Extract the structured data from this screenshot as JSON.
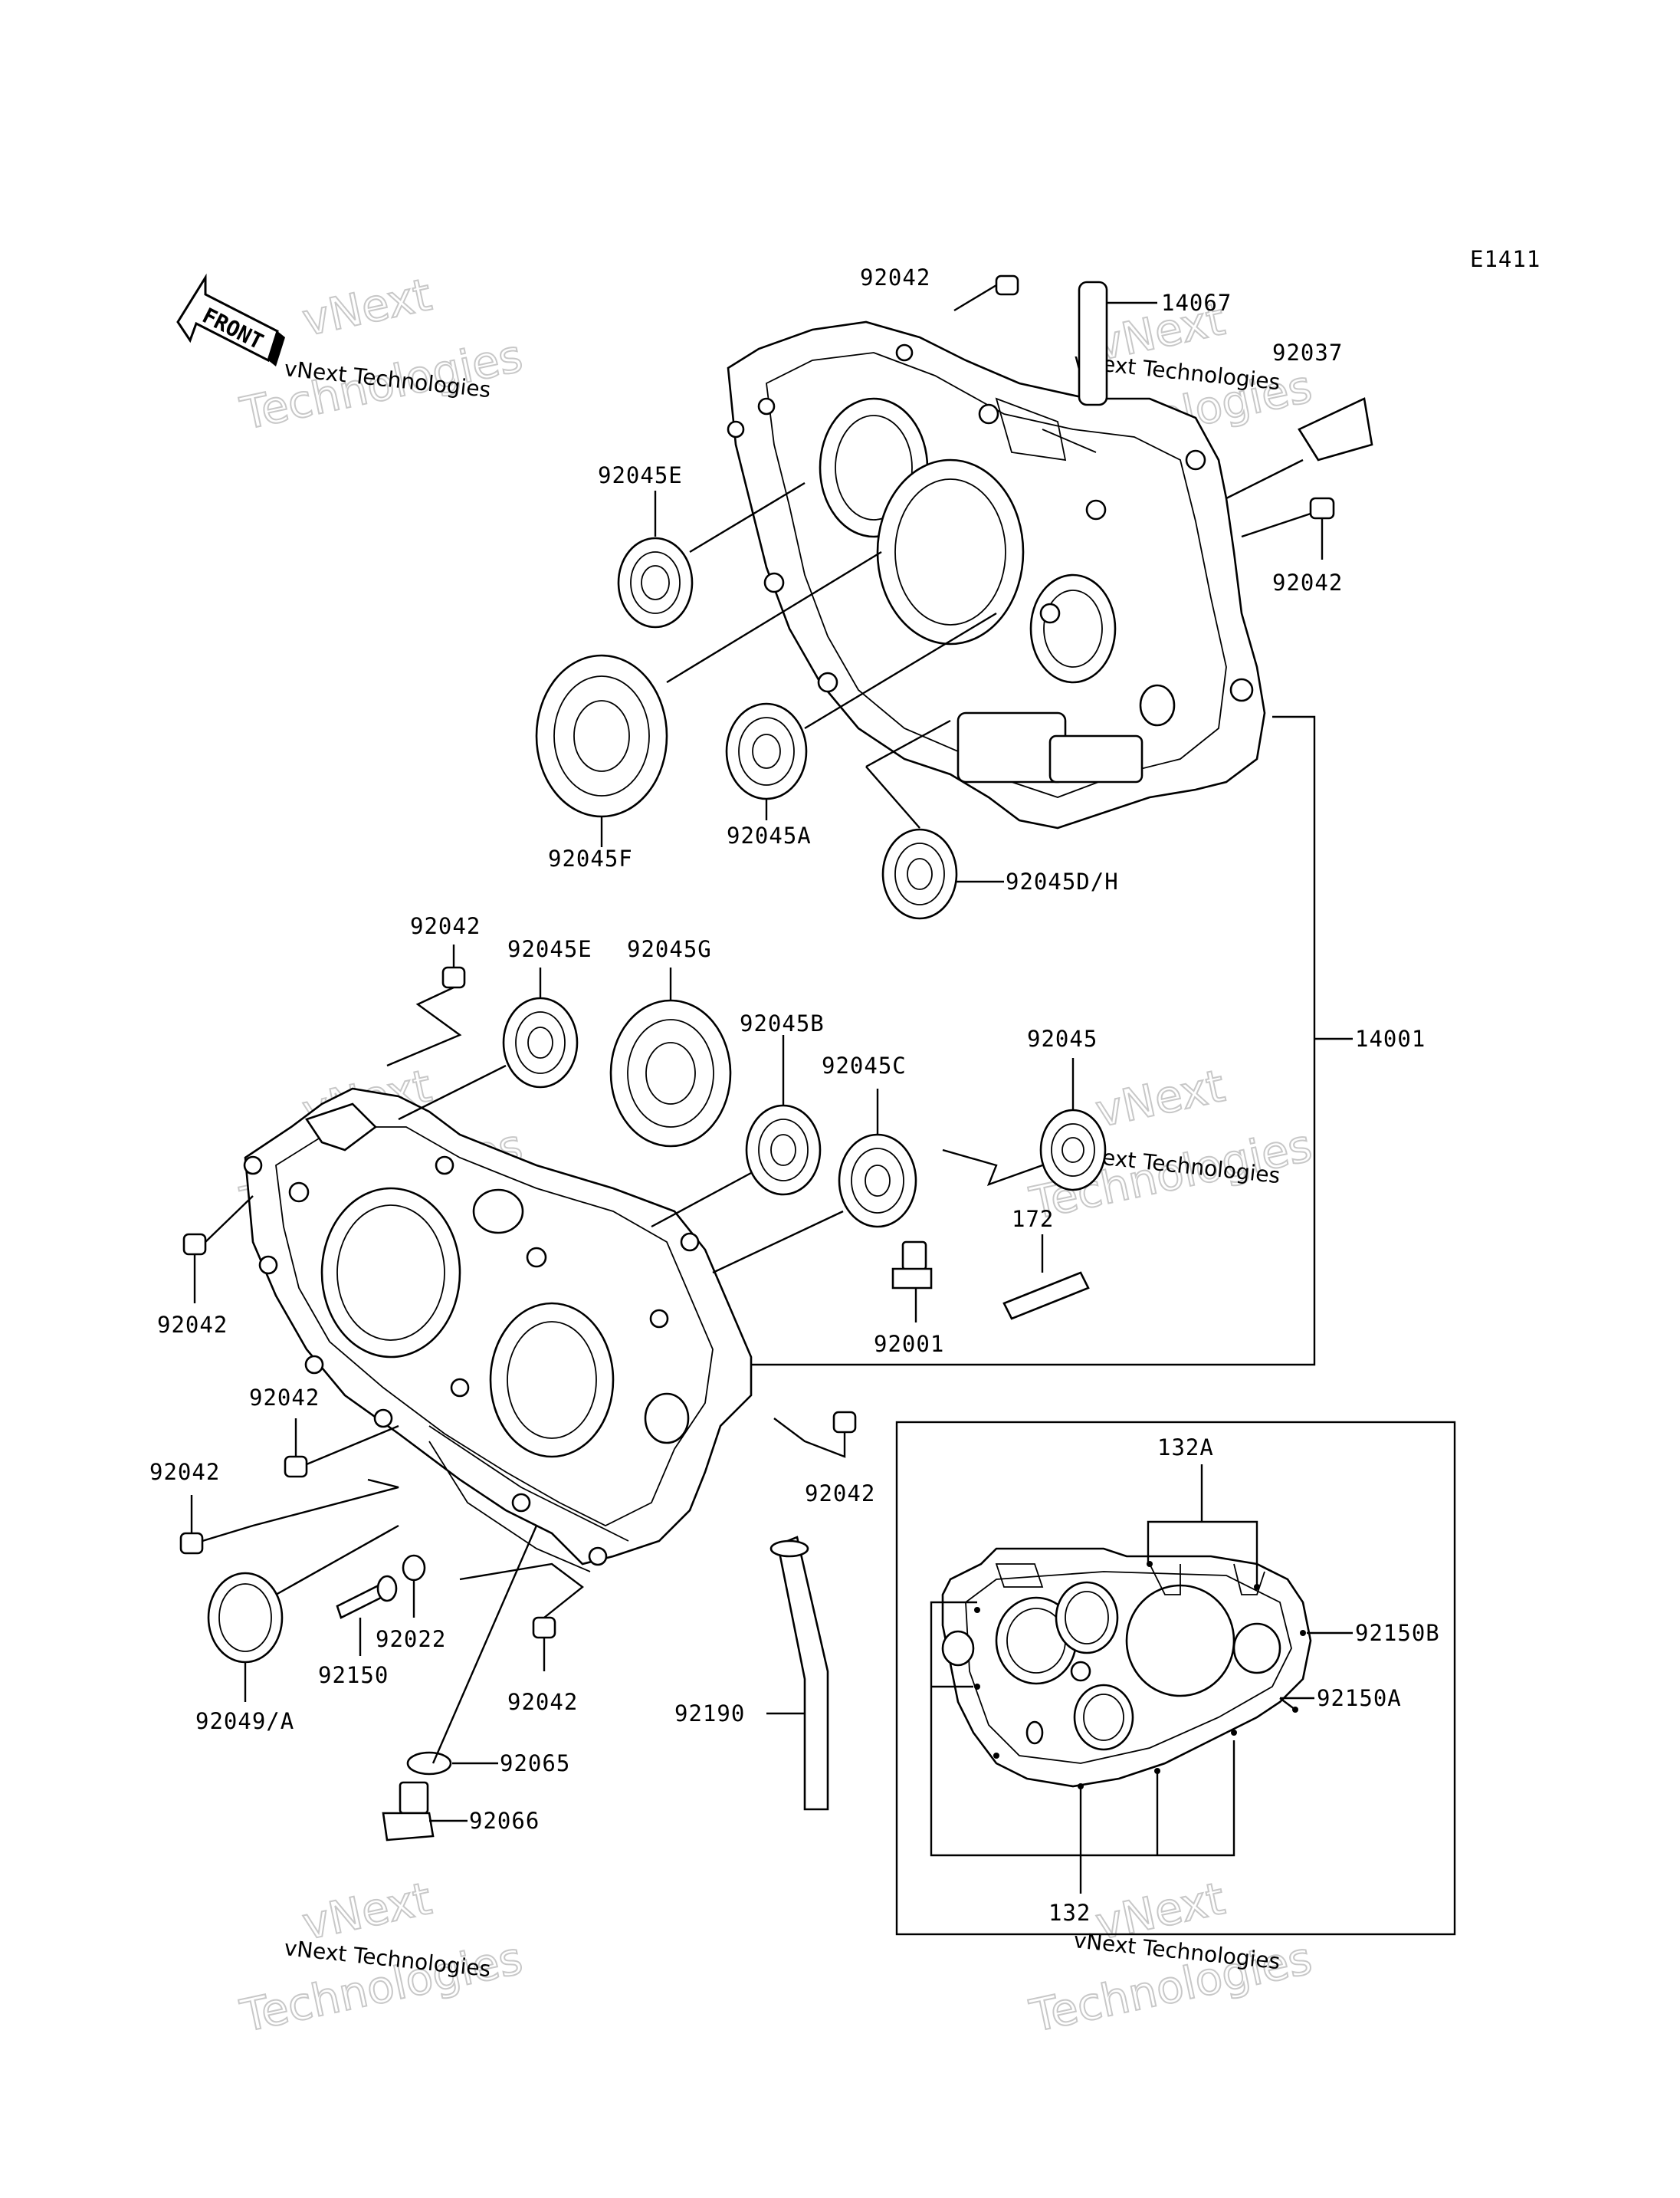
{
  "diagram_code": "E1411",
  "front_label": "FRONT",
  "watermark": {
    "line1": "vNext",
    "line2": "vNext Technologies",
    "line3": "Technologies"
  },
  "labels": {
    "p92042_top": "92042",
    "p14067": "14067",
    "p92037": "92037",
    "p92045E_top": "92045E",
    "p92042_right": "92042",
    "p92045F": "92045F",
    "p92045A": "92045A",
    "p92045DH": "92045D/H",
    "p14001": "14001",
    "p92042_mid": "92042",
    "p92045E_mid": "92045E",
    "p92045G": "92045G",
    "p92045B": "92045B",
    "p92045C": "92045C",
    "p92045": "92045",
    "p172": "172",
    "p92001": "92001",
    "p92042_left": "92042",
    "p92042_l2": "92042",
    "p92042_l3": "92042",
    "p92042_r2": "92042",
    "p92049A": "92049/A",
    "p92150": "92150",
    "p92022": "92022",
    "p92042_bot": "92042",
    "p92190": "92190",
    "p92065": "92065",
    "p92066": "92066",
    "p132A": "132A",
    "p92150B": "92150B",
    "p92150A": "92150A",
    "p132": "132"
  }
}
